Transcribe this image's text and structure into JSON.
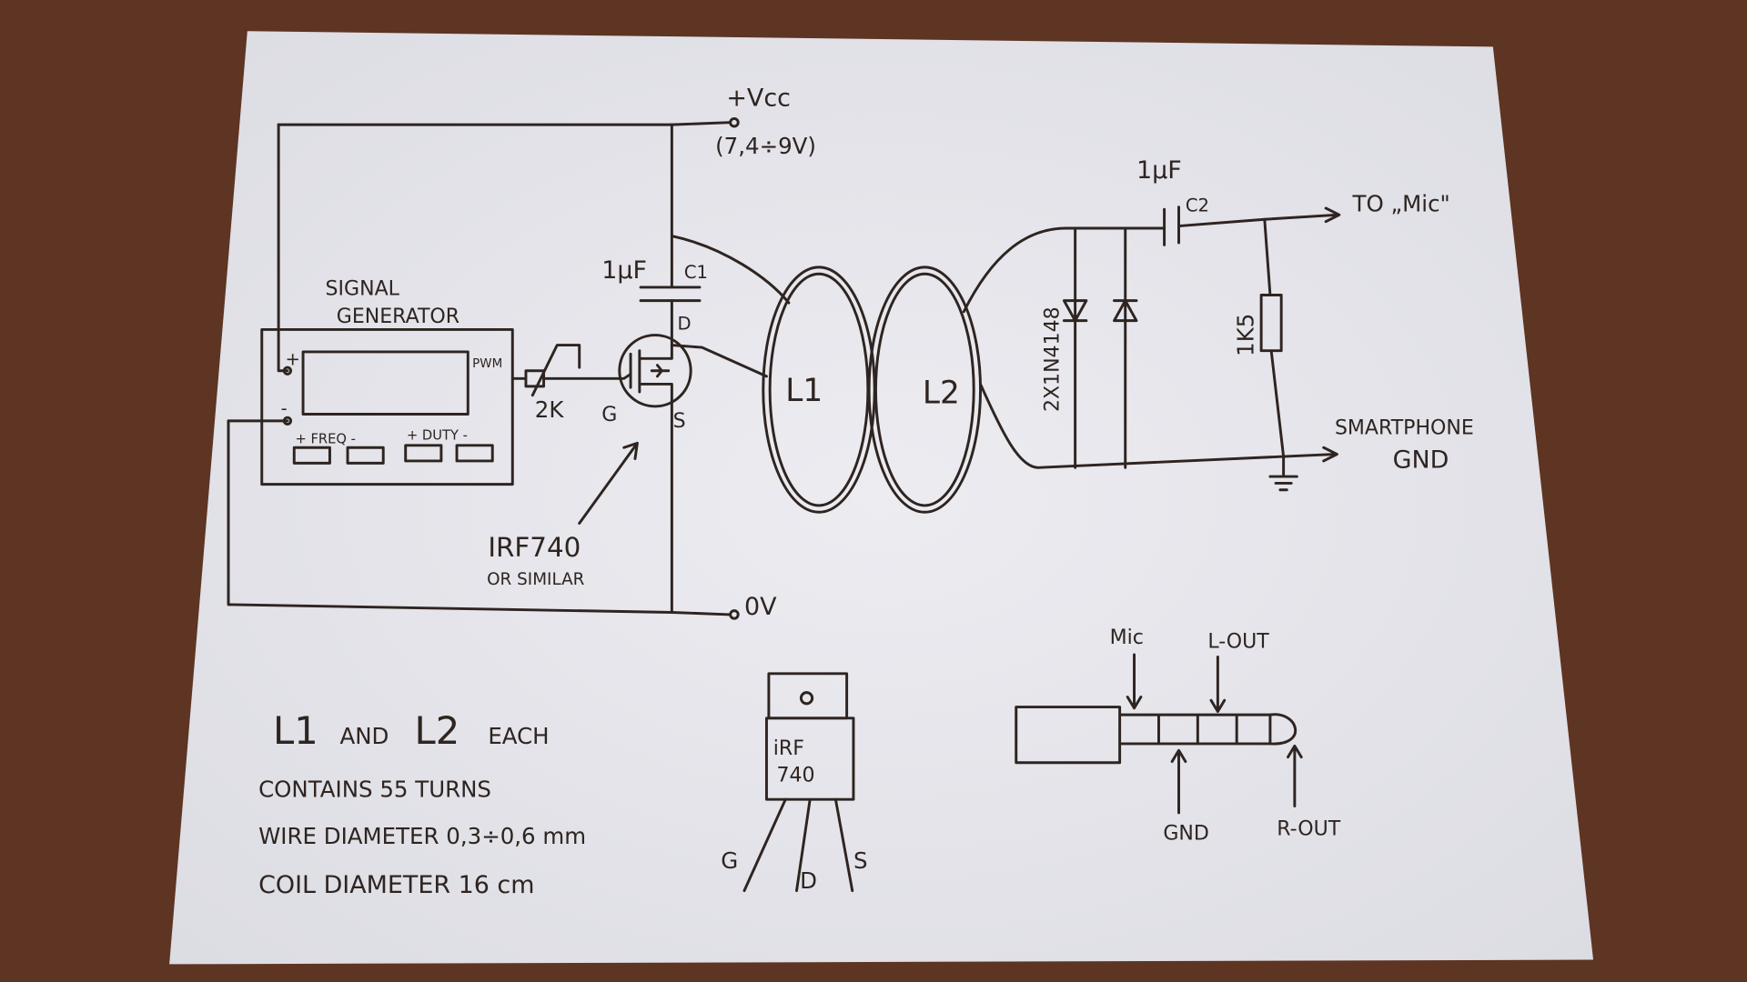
{
  "colors": {
    "background": "#5e3423",
    "paper": "#e9e9ee",
    "ink": "#2e2420"
  },
  "supply": {
    "vcc_label": "+Vcc",
    "vcc_range": "(7,4÷9V)",
    "ground_label": "0V"
  },
  "signal_generator": {
    "title_line1": "SIGNAL",
    "title_line2": "GENERATOR",
    "plus_terminal": "+",
    "minus_terminal": "-",
    "pwm_label": "PWM",
    "freq_label": "+ FREQ -",
    "duty_label": "+ DUTY -"
  },
  "components": {
    "pot_label": "2K",
    "c1_value": "1µF",
    "c1_name": "C1",
    "mosfet_gate": "G",
    "mosfet_drain": "D",
    "mosfet_source": "S",
    "mosfet_part": "IRF740",
    "mosfet_note": "OR SIMILAR",
    "l1": "L1",
    "l2": "L2",
    "diodes": "2X1N4148",
    "c2_value": "1µF",
    "c2_name": "C2",
    "resistor": "1K5",
    "to_mic": "TO „Mic\"",
    "smartphone": "SMARTPHONE",
    "gnd": "GND"
  },
  "notes": {
    "line1_a": "L1",
    "line1_b": "AND",
    "line1_c": "L2",
    "line1_d": "EACH",
    "line2": "CONTAINS 55 TURNS",
    "line3": "WIRE DIAMETER 0,3÷0,6 mm",
    "line4": "COIL DIAMETER 16 cm"
  },
  "package": {
    "line1": "iRF",
    "line2": "740",
    "pin_g": "G",
    "pin_d": "D",
    "pin_s": "S"
  },
  "jack": {
    "mic": "Mic",
    "l_out": "L-OUT",
    "gnd": "GND",
    "r_out": "R-OUT"
  }
}
